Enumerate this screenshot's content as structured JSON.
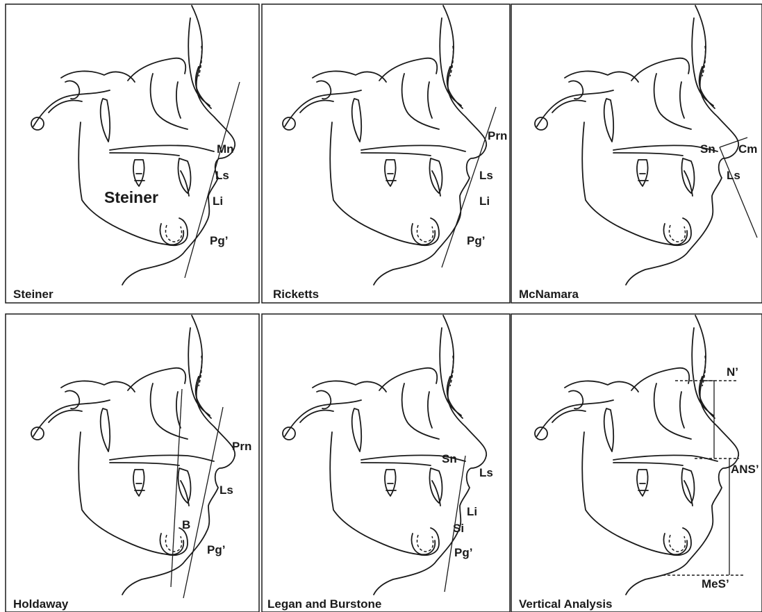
{
  "panels": [
    {
      "title": "Steiner",
      "inner_label": "Steiner",
      "labels": {
        "mn": "Mn",
        "ls": "Ls",
        "li": "Li",
        "pg": "Pg’"
      }
    },
    {
      "title": "Ricketts",
      "labels": {
        "prn": "Prn",
        "ls": "Ls",
        "li": "Li",
        "pg": "Pg’"
      }
    },
    {
      "title": "McNamara",
      "labels": {
        "sn": "Sn",
        "cm": "Cm",
        "ls": "Ls"
      }
    },
    {
      "title": "Holdaway",
      "labels": {
        "prn": "Prn",
        "ls": "Ls",
        "b": "B",
        "pg": "Pg’"
      }
    },
    {
      "title": "Legan and Burstone",
      "labels": {
        "sn": "Sn",
        "ls": "Ls",
        "li": "Li",
        "si": "Si",
        "pg": "Pg’"
      }
    },
    {
      "title": "Vertical Analysis",
      "labels": {
        "n": "N’",
        "ans": "ANS’",
        "mes": "MeS’"
      }
    }
  ]
}
